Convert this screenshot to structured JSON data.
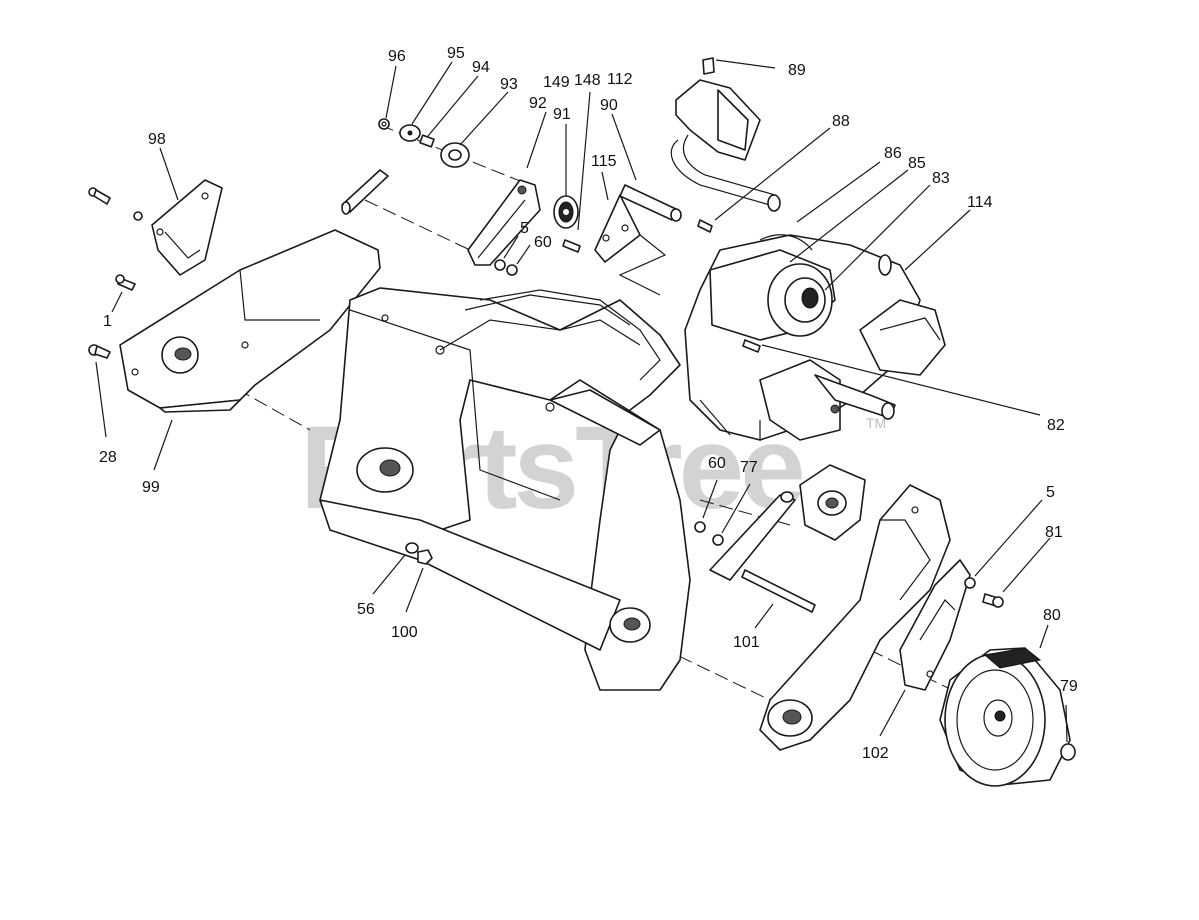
{
  "watermark": {
    "text": "PartsTree",
    "trademark": "TM"
  },
  "part_labels": [
    {
      "id": "lbl-96",
      "text": "96"
    },
    {
      "id": "lbl-95",
      "text": "95"
    },
    {
      "id": "lbl-94",
      "text": "94"
    },
    {
      "id": "lbl-93",
      "text": "93"
    },
    {
      "id": "lbl-149",
      "text": "149"
    },
    {
      "id": "lbl-148",
      "text": "148"
    },
    {
      "id": "lbl-112",
      "text": "112"
    },
    {
      "id": "lbl-92",
      "text": "92"
    },
    {
      "id": "lbl-91",
      "text": "91"
    },
    {
      "id": "lbl-90",
      "text": "90"
    },
    {
      "id": "lbl-89",
      "text": "89"
    },
    {
      "id": "lbl-88",
      "text": "88"
    },
    {
      "id": "lbl-86",
      "text": "86"
    },
    {
      "id": "lbl-85",
      "text": "85"
    },
    {
      "id": "lbl-83",
      "text": "83"
    },
    {
      "id": "lbl-114",
      "text": "114"
    },
    {
      "id": "lbl-115",
      "text": "115"
    },
    {
      "id": "lbl-98",
      "text": "98"
    },
    {
      "id": "lbl-5a",
      "text": "5"
    },
    {
      "id": "lbl-60a",
      "text": "60"
    },
    {
      "id": "lbl-1",
      "text": "1"
    },
    {
      "id": "lbl-28",
      "text": "28"
    },
    {
      "id": "lbl-99",
      "text": "99"
    },
    {
      "id": "lbl-82",
      "text": "82"
    },
    {
      "id": "lbl-60b",
      "text": "60"
    },
    {
      "id": "lbl-77",
      "text": "77"
    },
    {
      "id": "lbl-5b",
      "text": "5"
    },
    {
      "id": "lbl-81",
      "text": "81"
    },
    {
      "id": "lbl-80",
      "text": "80"
    },
    {
      "id": "lbl-79",
      "text": "79"
    },
    {
      "id": "lbl-56",
      "text": "56"
    },
    {
      "id": "lbl-100",
      "text": "100"
    },
    {
      "id": "lbl-101",
      "text": "101"
    },
    {
      "id": "lbl-102",
      "text": "102"
    }
  ]
}
